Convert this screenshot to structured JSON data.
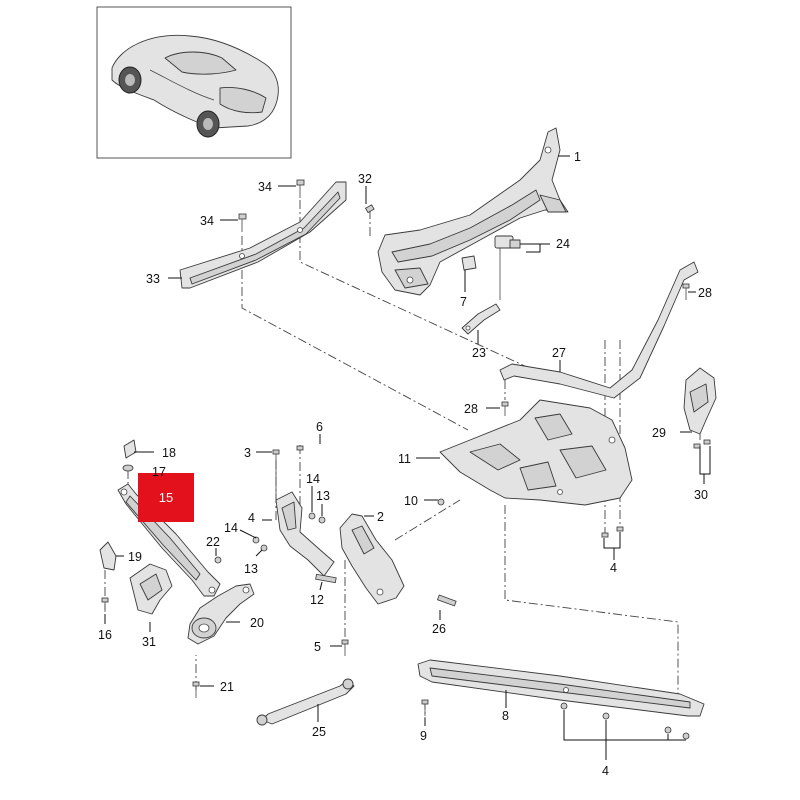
{
  "callouts": [
    {
      "id": "c1",
      "text": "1"
    },
    {
      "id": "c32",
      "text": "32"
    },
    {
      "id": "c34a",
      "text": "34"
    },
    {
      "id": "c34b",
      "text": "34"
    },
    {
      "id": "c24",
      "text": "24"
    },
    {
      "id": "c33",
      "text": "33"
    },
    {
      "id": "c7",
      "text": "7"
    },
    {
      "id": "c28a",
      "text": "28"
    },
    {
      "id": "c23",
      "text": "23"
    },
    {
      "id": "c27",
      "text": "27"
    },
    {
      "id": "c28b",
      "text": "28"
    },
    {
      "id": "c6",
      "text": "6"
    },
    {
      "id": "c18",
      "text": "18"
    },
    {
      "id": "c3",
      "text": "3"
    },
    {
      "id": "c11",
      "text": "11"
    },
    {
      "id": "c29",
      "text": "29"
    },
    {
      "id": "c17",
      "text": "17"
    },
    {
      "id": "c14a",
      "text": "14"
    },
    {
      "id": "c13a",
      "text": "13"
    },
    {
      "id": "c30",
      "text": "30"
    },
    {
      "id": "c10",
      "text": "10"
    },
    {
      "id": "c4a",
      "text": "4"
    },
    {
      "id": "c2",
      "text": "2"
    },
    {
      "id": "c14b",
      "text": "14"
    },
    {
      "id": "c22",
      "text": "22"
    },
    {
      "id": "c19",
      "text": "19"
    },
    {
      "id": "c13b",
      "text": "13"
    },
    {
      "id": "c4b",
      "text": "4"
    },
    {
      "id": "c12",
      "text": "12"
    },
    {
      "id": "c16",
      "text": "16"
    },
    {
      "id": "c31",
      "text": "31"
    },
    {
      "id": "c20",
      "text": "20"
    },
    {
      "id": "c26",
      "text": "26"
    },
    {
      "id": "c5",
      "text": "5"
    },
    {
      "id": "c21",
      "text": "21"
    },
    {
      "id": "c8",
      "text": "8"
    },
    {
      "id": "c9",
      "text": "9"
    },
    {
      "id": "c25",
      "text": "25"
    },
    {
      "id": "c4c",
      "text": "4"
    }
  ],
  "highlight": {
    "text": "15",
    "color": "#e3111b"
  },
  "thumbnail": {
    "icon": "sports-car-thumbnail"
  }
}
